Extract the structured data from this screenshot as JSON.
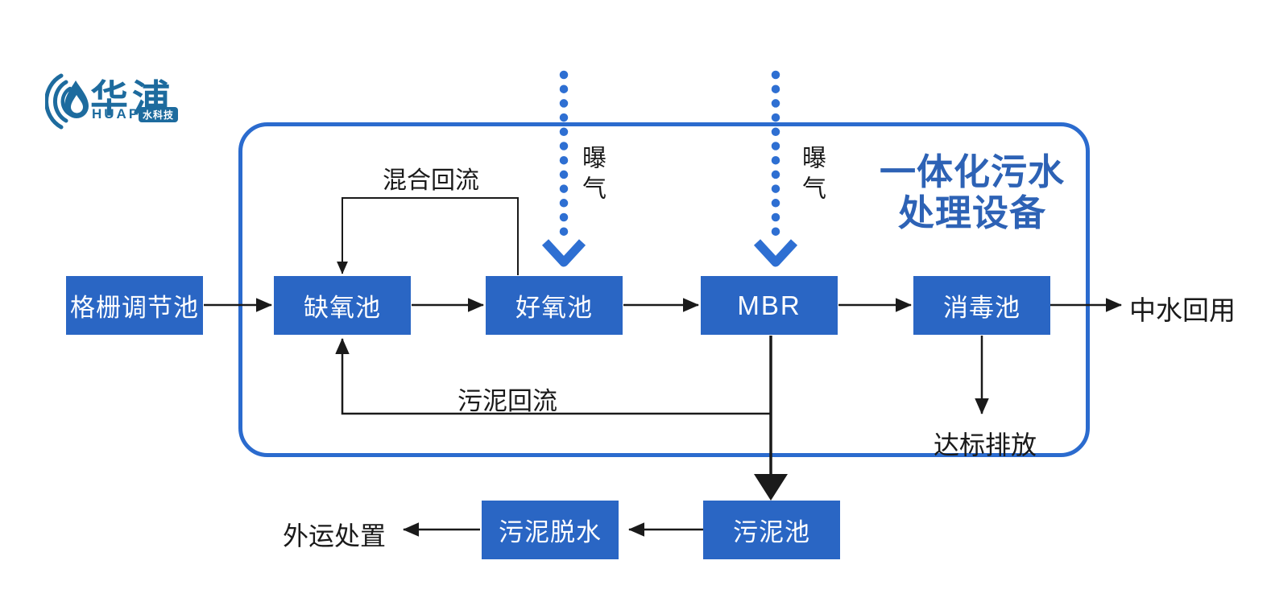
{
  "colors": {
    "box_blue": "#2a66c4",
    "border_blue": "#2b6bce",
    "dot_blue": "#2e6fd2",
    "title_blue": "#2d62b5",
    "logo_blue": "#1d6b9e",
    "arrow_black": "#1a1a1a"
  },
  "logo": {
    "brand": "华浦",
    "brand_latin": "HUAPU",
    "badge": "水科技"
  },
  "title": {
    "line1": "一体化污水",
    "line2": "处理设备"
  },
  "nodes": {
    "grid_tank": "格栅调节池",
    "anoxic_tank": "缺氧池",
    "aerobic_tank": "好氧池",
    "mbr": "MBR",
    "disinfection_tank": "消毒池",
    "sludge_tank": "污泥池",
    "sludge_dewatering": "污泥脱水"
  },
  "labels": {
    "mixed_reflux": "混合回流",
    "aeration_1": "曝气",
    "aeration_2": "曝气",
    "sludge_reflux": "污泥回流",
    "reclaimed_water": "中水回用",
    "standard_discharge": "达标排放",
    "outward_disposal": "外运处置"
  }
}
